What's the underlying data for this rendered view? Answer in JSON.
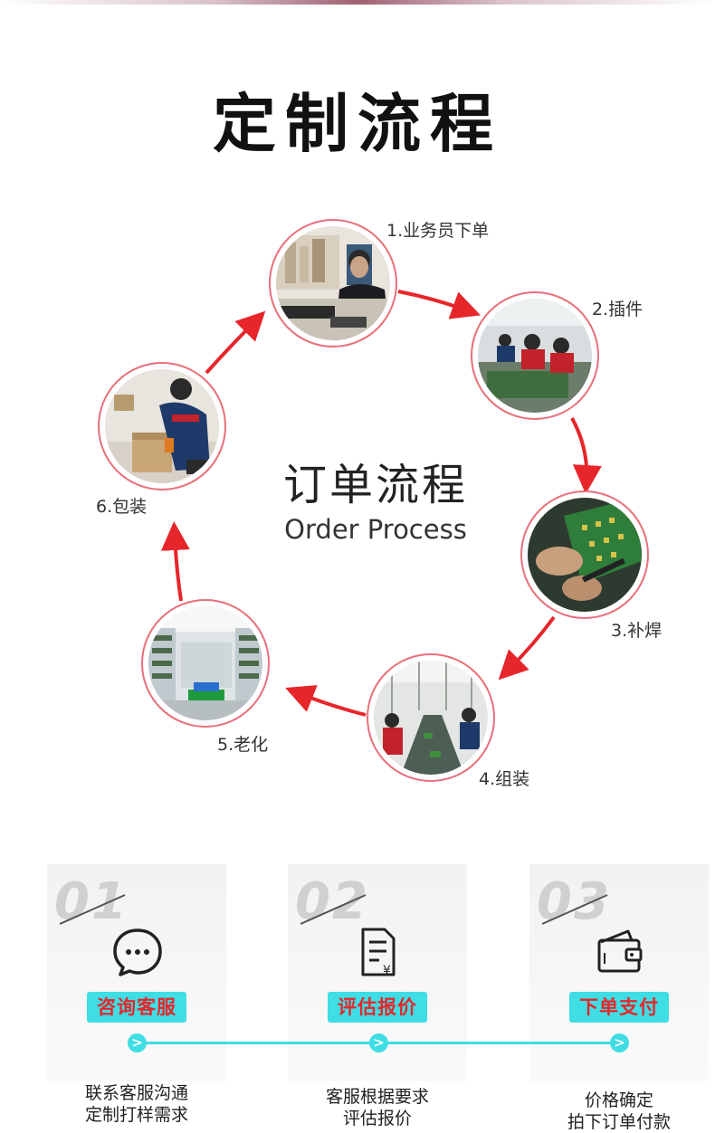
{
  "page_title": "定制流程",
  "center": {
    "title_cn": "订单流程",
    "title_en": "Order Process"
  },
  "steps": [
    {
      "label": "1.业务员下单"
    },
    {
      "label": "2.插件"
    },
    {
      "label": "3.补焊"
    },
    {
      "label": "4.组装"
    },
    {
      "label": "5.老化"
    },
    {
      "label": "6.包装"
    }
  ],
  "cards": [
    {
      "num": "01",
      "tag": "咨询客服",
      "icon": "chat-bubble-icon",
      "desc_line1": "联系客服沟通",
      "desc_line2": "定制打样需求"
    },
    {
      "num": "02",
      "tag": "评估报价",
      "icon": "quote-document-icon",
      "desc_line1": "客服根据要求",
      "desc_line2": "评估报价"
    },
    {
      "num": "03",
      "tag": "下单支付",
      "icon": "wallet-icon",
      "desc_line1": "价格确定",
      "desc_line2": "拍下订单付款"
    }
  ],
  "dot_glyph": ">",
  "colors": {
    "accent_red": "#e6262b",
    "cyan": "#3fdde4",
    "ring": "#e8707a",
    "arrow": "#e6262b"
  }
}
